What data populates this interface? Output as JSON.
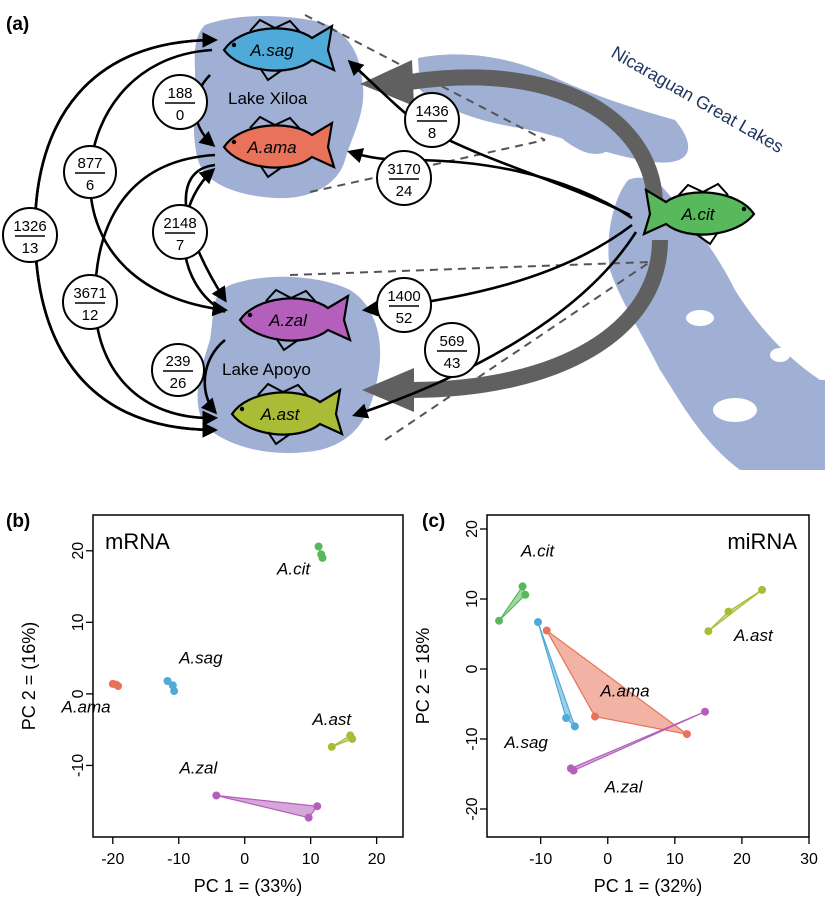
{
  "colors": {
    "A.sag": "#4fa9d9",
    "A.ama": "#e8735a",
    "A.cit": "#57b85c",
    "A.zal": "#b35fbb",
    "A.ast": "#a8bc35",
    "lake": "#9fb0d4",
    "arrow_gray": "#606060"
  },
  "panel_a": {
    "letter": "(a)",
    "region_label": "Nicaraguan Great Lakes",
    "lakes": [
      "Lake Xiloa",
      "Lake Apoyo"
    ],
    "fish": [
      {
        "id": "sag",
        "label": "A.sag",
        "color": "#4fa9d9"
      },
      {
        "id": "ama",
        "label": "A.ama",
        "color": "#e8735a"
      },
      {
        "id": "cit",
        "label": "A.cit",
        "color": "#57b85c"
      },
      {
        "id": "zal",
        "label": "A.zal",
        "color": "#b35fbb"
      },
      {
        "id": "ast",
        "label": "A.ast",
        "color": "#a8bc35"
      }
    ],
    "comparisons": [
      {
        "top": "188",
        "bottom": "0"
      },
      {
        "top": "877",
        "bottom": "6"
      },
      {
        "top": "1326",
        "bottom": "13"
      },
      {
        "top": "2148",
        "bottom": "7"
      },
      {
        "top": "3671",
        "bottom": "12"
      },
      {
        "top": "239",
        "bottom": "26"
      },
      {
        "top": "1436",
        "bottom": "8"
      },
      {
        "top": "3170",
        "bottom": "24"
      },
      {
        "top": "1400",
        "bottom": "52"
      },
      {
        "top": "569",
        "bottom": "43"
      }
    ]
  },
  "chart_data": [
    {
      "panel": "(b)",
      "type": "scatter",
      "title": "mRNA",
      "xlabel": "PC 1  =  (33%)",
      "ylabel": "PC 2  =  (16%)",
      "xlim": [
        -23,
        24
      ],
      "ylim": [
        -20,
        25
      ],
      "xticks": [
        -20,
        -10,
        0,
        10,
        20
      ],
      "yticks": [
        -10,
        0,
        10,
        20
      ],
      "series": [
        {
          "name": "A.ama",
          "color": "#e8735a",
          "points": [
            [
              -20.0,
              1.4
            ],
            [
              -19.5,
              1.3
            ],
            [
              -19.2,
              1.1
            ]
          ]
        },
        {
          "name": "A.sag",
          "color": "#4fa9d9",
          "points": [
            [
              -11.7,
              1.8
            ],
            [
              -10.9,
              1.2
            ],
            [
              -10.7,
              0.4
            ]
          ]
        },
        {
          "name": "A.cit",
          "color": "#57b85c",
          "points": [
            [
              11.2,
              20.6
            ],
            [
              11.6,
              19.5
            ],
            [
              11.8,
              19.0
            ]
          ]
        },
        {
          "name": "A.ast",
          "color": "#a8bc35",
          "points": [
            [
              13.2,
              -7.4
            ],
            [
              16.0,
              -5.8
            ],
            [
              16.3,
              -6.3
            ]
          ]
        },
        {
          "name": "A.zal",
          "color": "#b35fbb",
          "points": [
            [
              -4.3,
              -14.2
            ],
            [
              11.0,
              -15.7
            ],
            [
              9.7,
              -17.3
            ]
          ]
        }
      ]
    },
    {
      "panel": "(c)",
      "type": "scatter",
      "title": "miRNA",
      "xlabel": "PC 1  =  (32%)",
      "ylabel": "PC 2  =  18%",
      "xlim": [
        -18,
        30
      ],
      "ylim": [
        -24,
        22
      ],
      "xticks": [
        -10,
        0,
        10,
        20,
        30
      ],
      "yticks": [
        -20,
        -10,
        0,
        10,
        20
      ],
      "series": [
        {
          "name": "A.cit",
          "color": "#57b85c",
          "points": [
            [
              -16.2,
              6.9
            ],
            [
              -12.7,
              11.8
            ],
            [
              -12.3,
              10.6
            ]
          ]
        },
        {
          "name": "A.sag",
          "color": "#4fa9d9",
          "points": [
            [
              -10.4,
              6.7
            ],
            [
              -6.2,
              -7.0
            ],
            [
              -4.9,
              -8.2
            ]
          ]
        },
        {
          "name": "A.ama",
          "color": "#e8735a",
          "points": [
            [
              -9.1,
              5.5
            ],
            [
              -1.9,
              -6.8
            ],
            [
              11.8,
              -9.3
            ]
          ]
        },
        {
          "name": "A.zal",
          "color": "#b35fbb",
          "points": [
            [
              -5.5,
              -14.2
            ],
            [
              -5.1,
              -14.5
            ],
            [
              14.5,
              -6.1
            ]
          ]
        },
        {
          "name": "A.ast",
          "color": "#a8bc35",
          "points": [
            [
              15.0,
              5.4
            ],
            [
              18.0,
              8.2
            ],
            [
              23.0,
              11.3
            ]
          ]
        }
      ]
    }
  ]
}
